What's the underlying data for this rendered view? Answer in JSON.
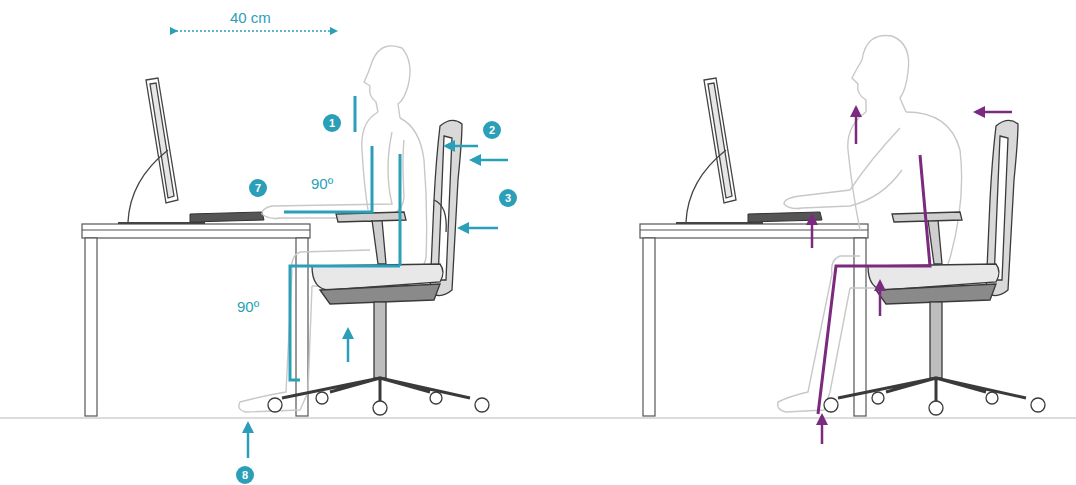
{
  "diagram": {
    "labels": [
      "40 cm",
      "1",
      "2",
      "3",
      "7",
      "90º",
      "90º",
      "8"
    ]
  }
}
